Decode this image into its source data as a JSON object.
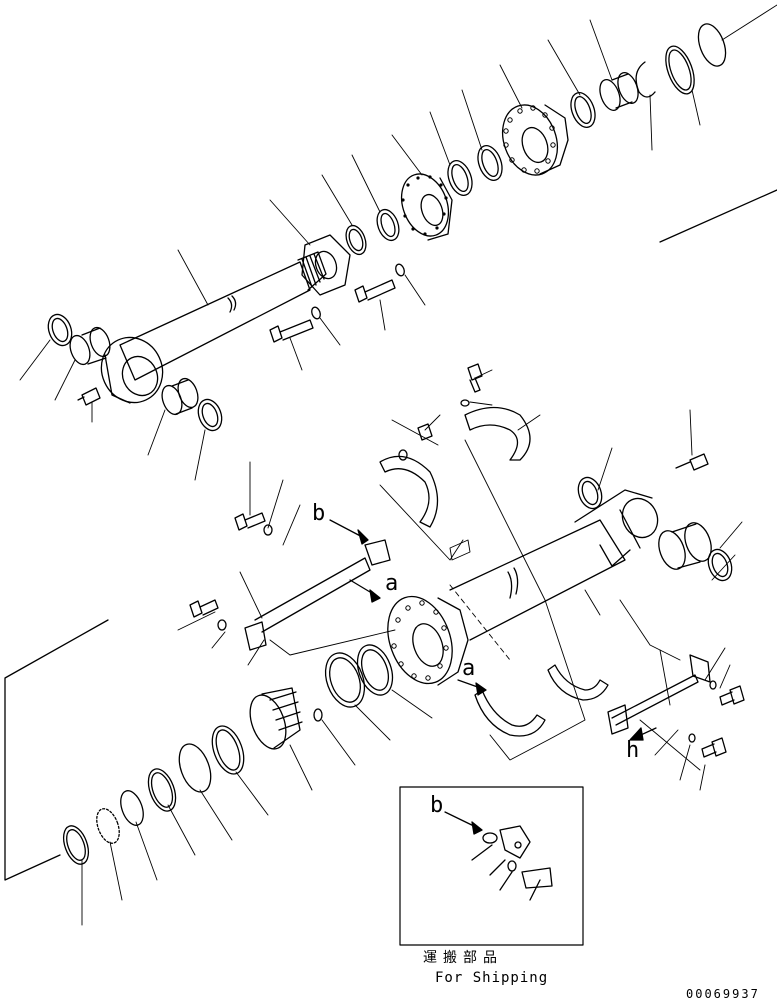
{
  "labels": {
    "b_main": "b",
    "a_main_1": "a",
    "a_main_2": "a",
    "h_main": "h",
    "b_inset": "b"
  },
  "inset": {
    "caption_jp": "運搬部品",
    "caption_en": "For Shipping"
  },
  "drawing_number": "00069937"
}
